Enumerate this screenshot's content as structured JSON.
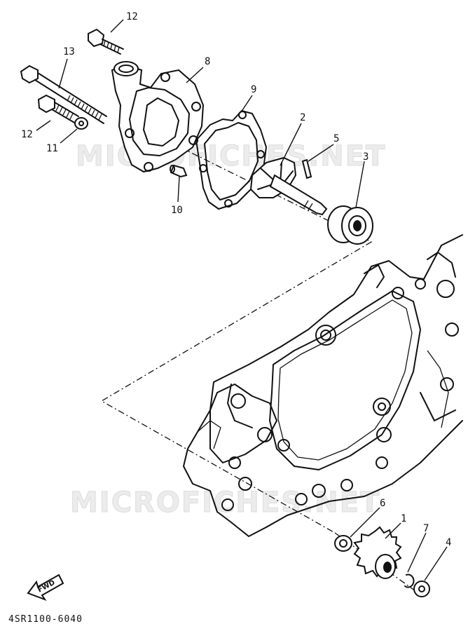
{
  "watermark": {
    "top": "MICROFICHES.NET",
    "bottom": "MICROFICHES.NET"
  },
  "part_numbers": {
    "p1": "1",
    "p2": "2",
    "p3": "3",
    "p4": "4",
    "p5": "5",
    "p6": "6",
    "p7": "7",
    "p8": "8",
    "p9": "9",
    "p10": "10",
    "p11": "11",
    "p12a": "12",
    "p12b": "12",
    "p13": "13"
  },
  "fwd_label": "FWD",
  "document_code": "4SR1100-6040"
}
